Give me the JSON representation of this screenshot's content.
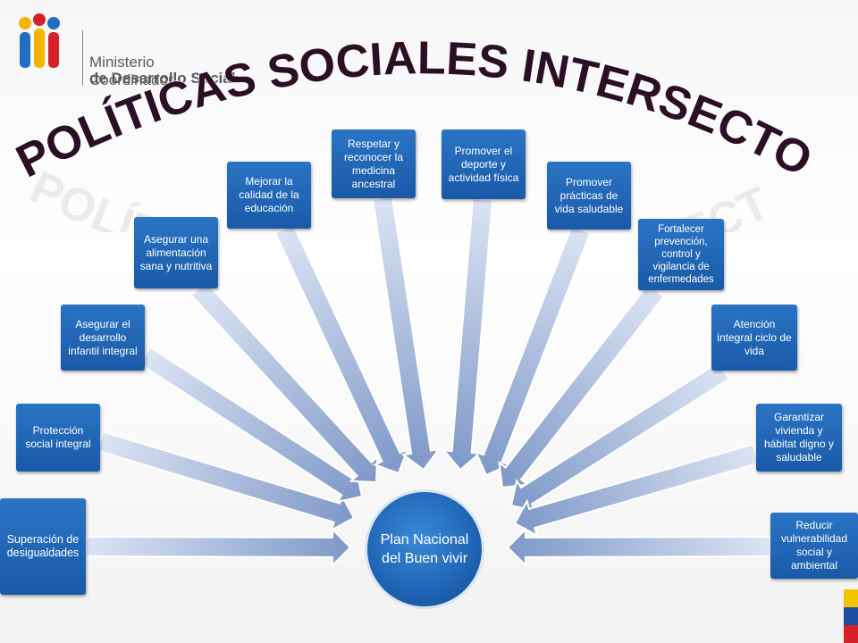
{
  "header": {
    "logo_line1": "Ministerio Coordinador",
    "logo_line2": "de Desarrollo Social",
    "title": "POLÍTICAS SOCIALES INTERSECTORIALES"
  },
  "center": {
    "label": "Plan Nacional del Buen vivir"
  },
  "policies": [
    "Superación de desigualdades",
    "Protección social integral",
    "Asegurar el desarrollo infantil integral",
    "Asegurar una alimentación sana y nutritiva",
    "Mejorar la calidad de la educación",
    "Respetar y reconocer la medicina ancestral",
    "Promover el deporte y actividad física",
    "Promover prácticas de vida saludable",
    "Fortalecer prevención, control y vigilancia de enfermedades",
    "Atención integral ciclo de vida",
    "Garantizar vivienda y hábitat digno y saludable",
    "Reducir vulnerabilidad social y ambiental"
  ],
  "colors": {
    "box": "#1f64b4",
    "title": "#2b0f25",
    "arrow_light": "#dbe4f3",
    "arrow_dark": "#7e98c8"
  }
}
